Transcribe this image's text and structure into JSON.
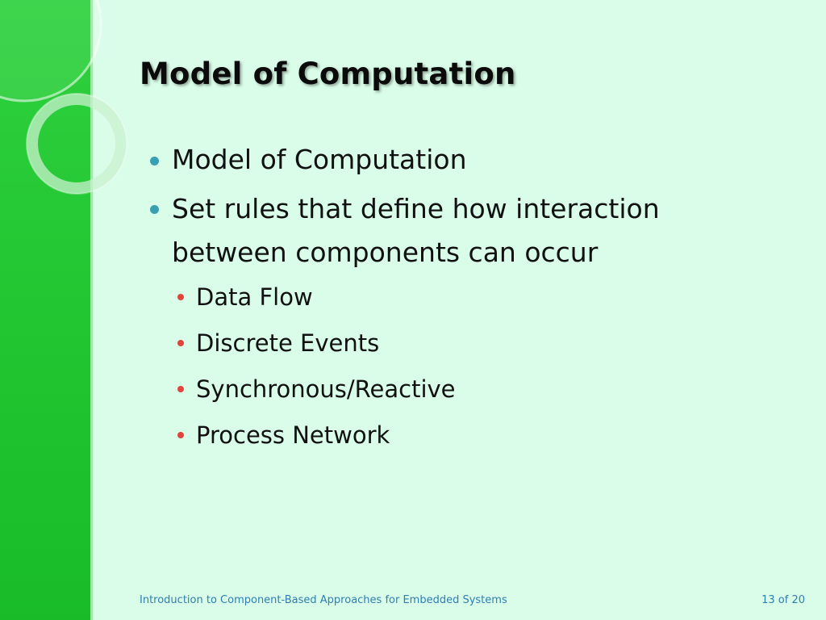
{
  "slide": {
    "title": "Model of Computation",
    "bullets": [
      {
        "text": "Model of Computation"
      },
      {
        "text": "Set rules that define how interaction between components can occur"
      }
    ],
    "sub_bullets": [
      "Data Flow",
      "Discrete Events",
      "Synchronous/Reactive",
      "Process Network"
    ],
    "footer": {
      "left": "Introduction to Component-Based Approaches for Embedded Systems",
      "right": "13 of 20"
    }
  },
  "colors": {
    "background": "#d9fde8",
    "sidebar": "#22c832",
    "bullet_l1": "#3a9fb0",
    "bullet_l2": "#e0443a",
    "footer_text": "#2f7fb1"
  }
}
